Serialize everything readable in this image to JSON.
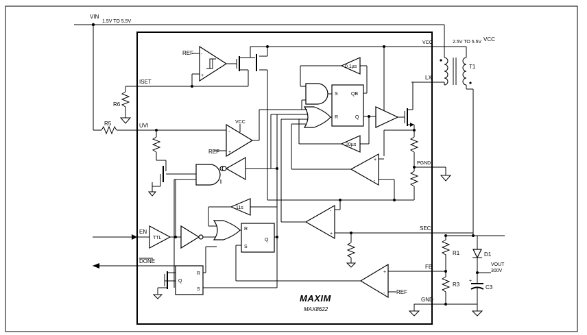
{
  "labels": {
    "vin": "VIN",
    "vin_range": "1.5V TO 5.5V",
    "vcc_range": "2.5V TO 5.5V",
    "vcc_top": "VCC",
    "vcc_pin": "VCC",
    "vcc_comp": "VCC",
    "ref1": "REF",
    "ref2": "REF",
    "ref3": "REF",
    "iset": "ISET",
    "uvi": "UVI",
    "en": "EN",
    "done": "DONE",
    "lx": "LX",
    "pgnd": "PGND",
    "sec": "SEC",
    "fb": "FB",
    "gnd": "GND",
    "t1": "T1",
    "r5": "R5",
    "r6": "R6",
    "r1": "R1",
    "r3": "R3",
    "d1": "D1",
    "c3": "C3",
    "vout": "VOUT",
    "vout_val": "300V",
    "ttl": "TTL",
    "timer_01": "0.1µs",
    "timer_20": "20µs",
    "timer_11": "11s",
    "ff_s": "S",
    "ff_r": "R",
    "ff_qb": "QB",
    "ff_q": "Q",
    "ff2_r": "R",
    "ff2_s": "S",
    "ff2_q": "Q",
    "ff3_q": "Q",
    "ff3_r": "R",
    "ff3_s": "S",
    "logo": "MAXIM",
    "part": "MAX8622",
    "plus": "+",
    "minus": "-"
  }
}
